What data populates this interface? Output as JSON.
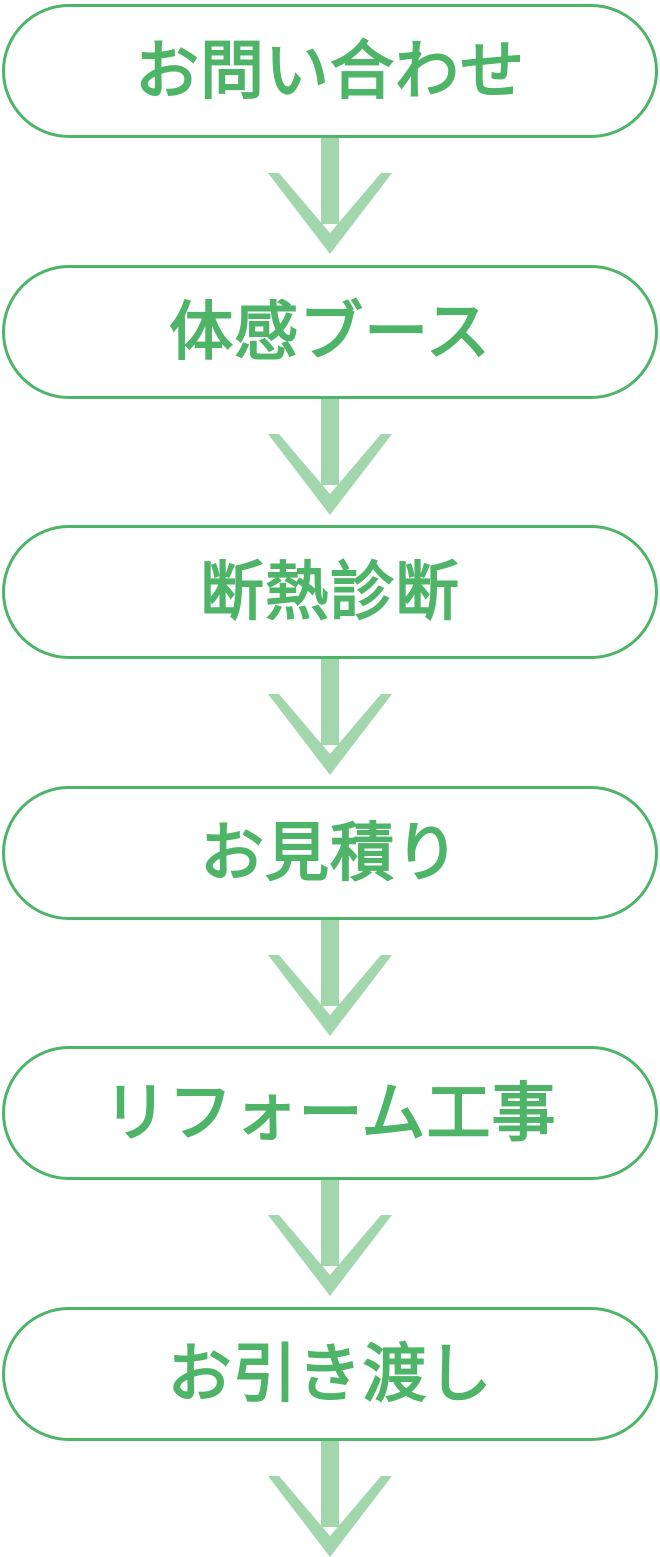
{
  "colors": {
    "background": "#ffffff",
    "box_border": "#4db468",
    "box_text": "#4db468",
    "box_fill": "#ffffff",
    "arrow_fill": "#a2d6ac"
  },
  "flow": {
    "steps": [
      {
        "label": "お問い合わせ"
      },
      {
        "label": "体感ブース"
      },
      {
        "label": "断熱診断"
      },
      {
        "label": "お見積り"
      },
      {
        "label": "リフォーム工事"
      },
      {
        "label": "お引き渡し"
      }
    ]
  }
}
